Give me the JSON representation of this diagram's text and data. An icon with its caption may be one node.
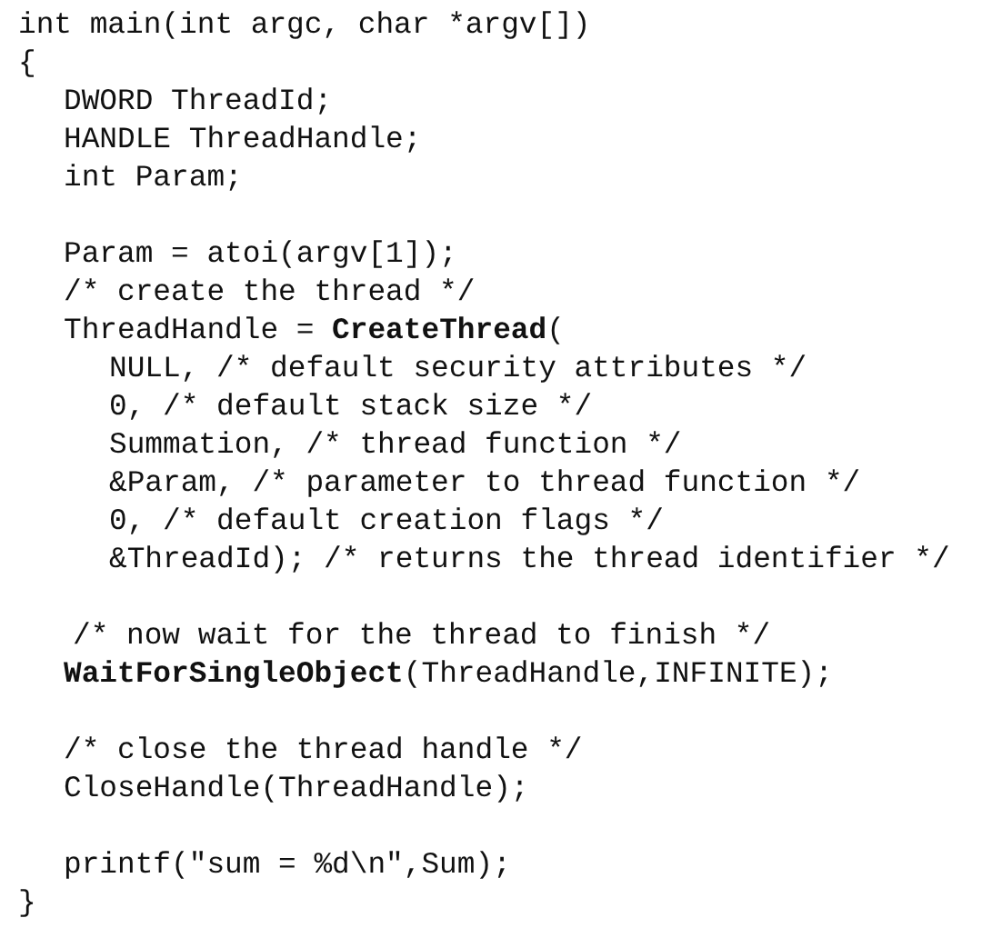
{
  "diagram": {
    "labels": [
      "int main(int argc, char *argv[])",
      "{",
      "DWORD ThreadId;",
      "HANDLE ThreadHandle;",
      "int Param;",
      "Param = atoi(argv[1]);",
      "/* create the thread */",
      "ThreadHandle = **CreateThread**(",
      "NULL, /* default security attributes */",
      "0, /* default stack size */",
      "Summation, /* thread function */",
      "&Param, /* parameter to thread function */",
      "0, /* default creation flags */",
      "&ThreadId); /* returns the thread identifier */",
      "/* now wait for the thread to finish */",
      "**WaitForSingleObject**(ThreadHandle,INFINITE);",
      "/* close the thread handle */",
      "CloseHandle(ThreadHandle);",
      "printf(\"sum = %d\\n\",Sum);",
      "}"
    ]
  }
}
